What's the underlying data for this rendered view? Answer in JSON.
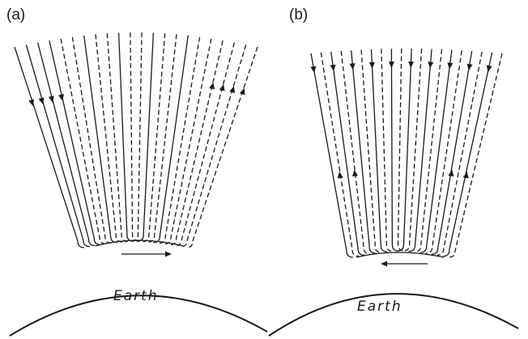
{
  "panels": [
    {
      "id": "a",
      "label": "(a)",
      "earth_label": "Earth"
    },
    {
      "id": "b",
      "label": "(b)",
      "earth_label": "Earth"
    }
  ],
  "colors": {
    "ink": "#1a1a1a",
    "background": "#ffffff"
  }
}
